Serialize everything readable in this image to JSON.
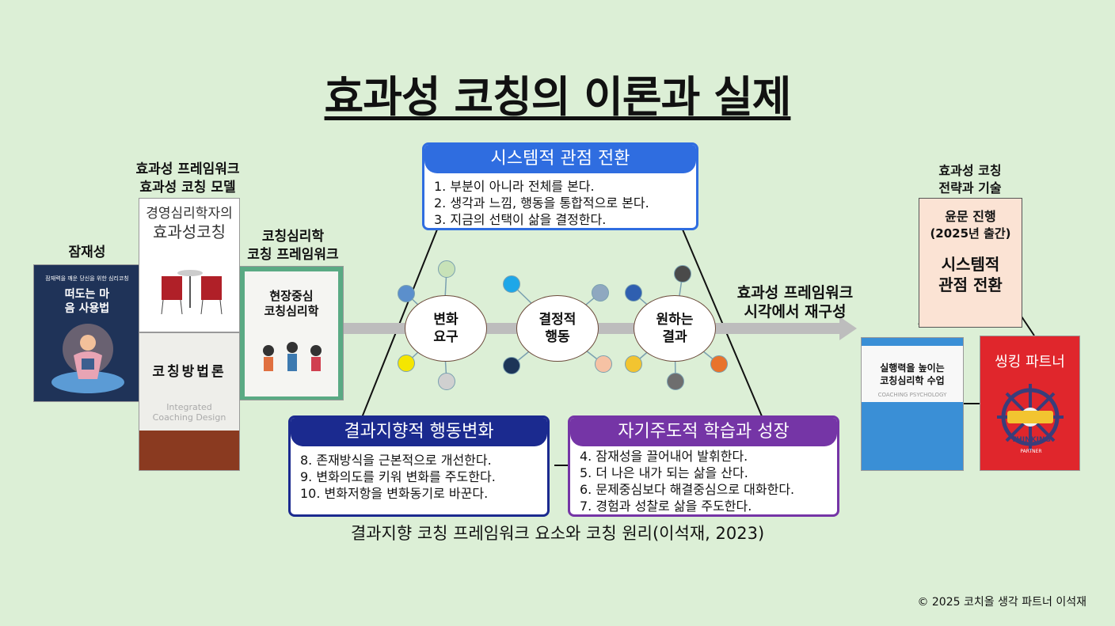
{
  "title": "효과성 코칭의 이론과 실제",
  "left_books": {
    "potential": {
      "caption": "잠재성",
      "cover_tagline": "잠재력을 깨운 당신을 위한 심리코칭",
      "cover_title": "떠도는 마음 사용법"
    },
    "framework": {
      "caption_line1": "효과성 프레임워크",
      "caption_line2": "효과성 코칭 모델",
      "cover_title_line1": "경영심리학자의",
      "cover_title_line2": "효과성코칭"
    },
    "methodology": {
      "cover_title": "코칭방법론",
      "cover_subtitle_line1": "Integrated",
      "cover_subtitle_line2": "Coaching Design"
    },
    "psychology": {
      "caption_line1": "코칭심리학",
      "caption_line2": "코칭 프레임워크",
      "cover_title_line1": "현장중심",
      "cover_title_line2": "코칭심리학"
    }
  },
  "systems_box": {
    "header": "시스템적 관점 전환",
    "items": [
      "1. 부분이 아니라 전체를 본다.",
      "2. 생각과 느낌, 행동을 통합적으로 본다.",
      "3. 지금의 선택이 삶을 결정한다."
    ]
  },
  "flow": {
    "nodes": [
      {
        "line1": "변화",
        "line2": "요구"
      },
      {
        "line1": "결정적",
        "line2": "행동"
      },
      {
        "line1": "원하는",
        "line2": "결과"
      }
    ]
  },
  "result_box": {
    "header": "결과지향적 행동변화",
    "items": [
      "8. 존재방식을 근본적으로 개선한다.",
      "9. 변화의도를 키워 변화를 주도한다.",
      "10. 변화저항을 변화동기로 바꾼다."
    ]
  },
  "growth_box": {
    "header": "자기주도적 학습과 성장",
    "items": [
      "4. 잠재성을 끌어내어 발휘한다.",
      "5. 더 나은 내가 되는 삶을 산다.",
      "6. 문제중심보다 해결중심으로 대화한다.",
      "7. 경험과 성찰로 삶을 주도한다."
    ]
  },
  "reframe_label": {
    "line1": "효과성 프레임워크",
    "line2": "시각에서 재구성"
  },
  "right_section": {
    "caption_line1": "효과성 코칭",
    "caption_line2": "전략과 기술",
    "upcoming": {
      "line1": "윤문 진행",
      "line2": "(2025년 출간)",
      "title_line1": "시스템적",
      "title_line2": "관점 전환"
    },
    "book1": {
      "cover_title_line1": "실행력을 높이는",
      "cover_title_line2": "코칭심리학 수업",
      "cover_sub": "COACHING PSYCHOLOGY"
    },
    "book2": {
      "cover_title": "씽킹 파트너",
      "badge": "THINKING",
      "badge_sub": "PARTNER"
    }
  },
  "footnote": "결과지향 코칭 프레임워크 요소와 코칭 원리(이석재, 2023)",
  "copyright": "© 2025 코치올 생각 파트너 이석재",
  "colors": {
    "background": "#dcefd6",
    "systems": "#2f6de0",
    "result": "#1b2a8f",
    "growth": "#7535a6",
    "upcoming_fill": "#fbe3d4",
    "arrow": "#bdbdbd"
  }
}
